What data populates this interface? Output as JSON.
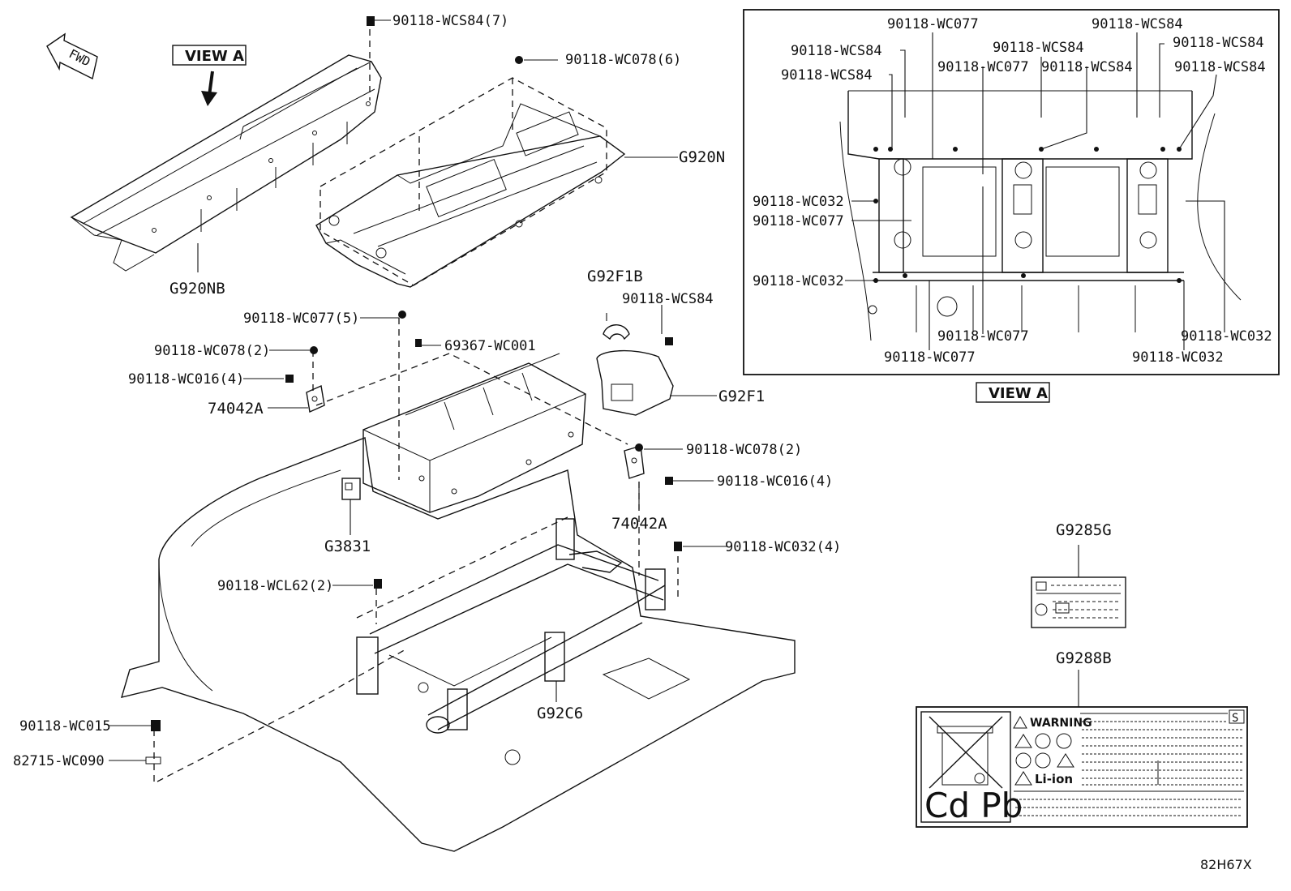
{
  "diagram": {
    "view_a_tag_top": "VIEW A",
    "view_a_tag_bottom": "VIEW A",
    "fwd": "FWD",
    "drawing_code": "82H67X",
    "main_labels": [
      {
        "id": "wcs84-7",
        "text": "90118-WCS84(7)"
      },
      {
        "id": "wc078-6",
        "text": "90118-WC078(6)"
      },
      {
        "id": "g920n",
        "text": "G920N"
      },
      {
        "id": "g920nb",
        "text": "G920NB"
      },
      {
        "id": "g92f1b",
        "text": "G92F1B"
      },
      {
        "id": "wcs84",
        "text": "90118-WCS84"
      },
      {
        "id": "wc077-5",
        "text": "90118-WC077(5)"
      },
      {
        "id": "wc001",
        "text": "69367-WC001"
      },
      {
        "id": "wc078-2a",
        "text": "90118-WC078(2)"
      },
      {
        "id": "wc016-4a",
        "text": "90118-WC016(4)"
      },
      {
        "id": "74042a-1",
        "text": "74042A"
      },
      {
        "id": "g92f1",
        "text": "G92F1"
      },
      {
        "id": "wc078-2b",
        "text": "90118-WC078(2)"
      },
      {
        "id": "wc016-4b",
        "text": "90118-WC016(4)"
      },
      {
        "id": "g3831",
        "text": "G3831"
      },
      {
        "id": "74042a-2",
        "text": "74042A"
      },
      {
        "id": "wc032-4",
        "text": "90118-WC032(4)"
      },
      {
        "id": "wcl62-2",
        "text": "90118-WCL62(2)"
      },
      {
        "id": "g92c6",
        "text": "G92C6"
      },
      {
        "id": "wc015",
        "text": "90118-WC015"
      },
      {
        "id": "wc090",
        "text": "82715-WC090"
      },
      {
        "id": "g9285g",
        "text": "G9285G"
      },
      {
        "id": "g9288b",
        "text": "G9288B"
      }
    ],
    "view_labels": [
      {
        "id": "v1",
        "text": "90118-WC077"
      },
      {
        "id": "v2",
        "text": "90118-WCS84"
      },
      {
        "id": "v3",
        "text": "90118-WCS84"
      },
      {
        "id": "v4",
        "text": "90118-WCS84"
      },
      {
        "id": "v5",
        "text": "90118-WCS84"
      },
      {
        "id": "v6",
        "text": "90118-WCS84"
      },
      {
        "id": "v7",
        "text": "90118-WC077"
      },
      {
        "id": "v8",
        "text": "90118-WCS84"
      },
      {
        "id": "v9",
        "text": "90118-WCS84"
      },
      {
        "id": "v10",
        "text": "90118-WC032"
      },
      {
        "id": "v11",
        "text": "90118-WC077"
      },
      {
        "id": "v12",
        "text": "90118-WC032"
      },
      {
        "id": "v13",
        "text": "90118-WC077"
      },
      {
        "id": "v14",
        "text": "90118-WC077"
      },
      {
        "id": "v15",
        "text": "90118-WC032"
      },
      {
        "id": "v16",
        "text": "90118-WC032"
      }
    ],
    "warning_label": {
      "title": "WARNING",
      "cell": "S",
      "cd_pb": "Cd Pb",
      "li_ion": "Li-ion"
    }
  }
}
